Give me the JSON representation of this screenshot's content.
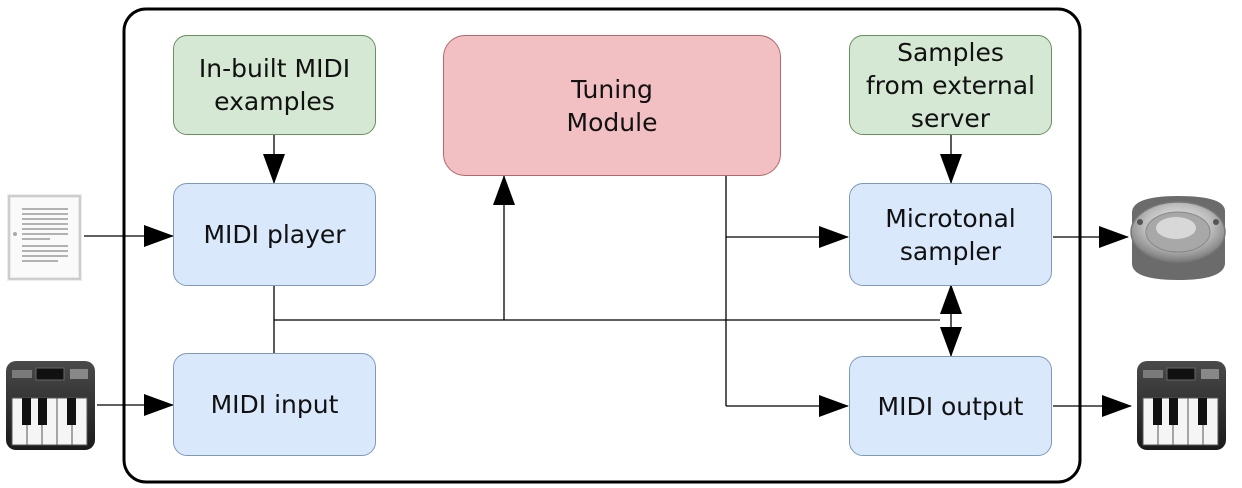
{
  "diagram": {
    "boxes": {
      "inbuilt_midi": "In-built MIDI\nexamples",
      "tuning_module": "Tuning\nModule",
      "samples_external": "Samples\nfrom external\nserver",
      "midi_player": "MIDI player",
      "microtonal_sampler": "Microtonal\nsampler",
      "midi_input": "MIDI input",
      "midi_output": "MIDI output"
    },
    "icons": {
      "document": "document-icon",
      "speaker": "speaker-icon",
      "keyboard_in": "midi-keyboard-icon",
      "keyboard_out": "midi-keyboard-icon"
    },
    "colors": {
      "green_fill": "#d5e8d4",
      "blue_fill": "#dae8fc",
      "red_fill": "#f2c0c3"
    }
  }
}
